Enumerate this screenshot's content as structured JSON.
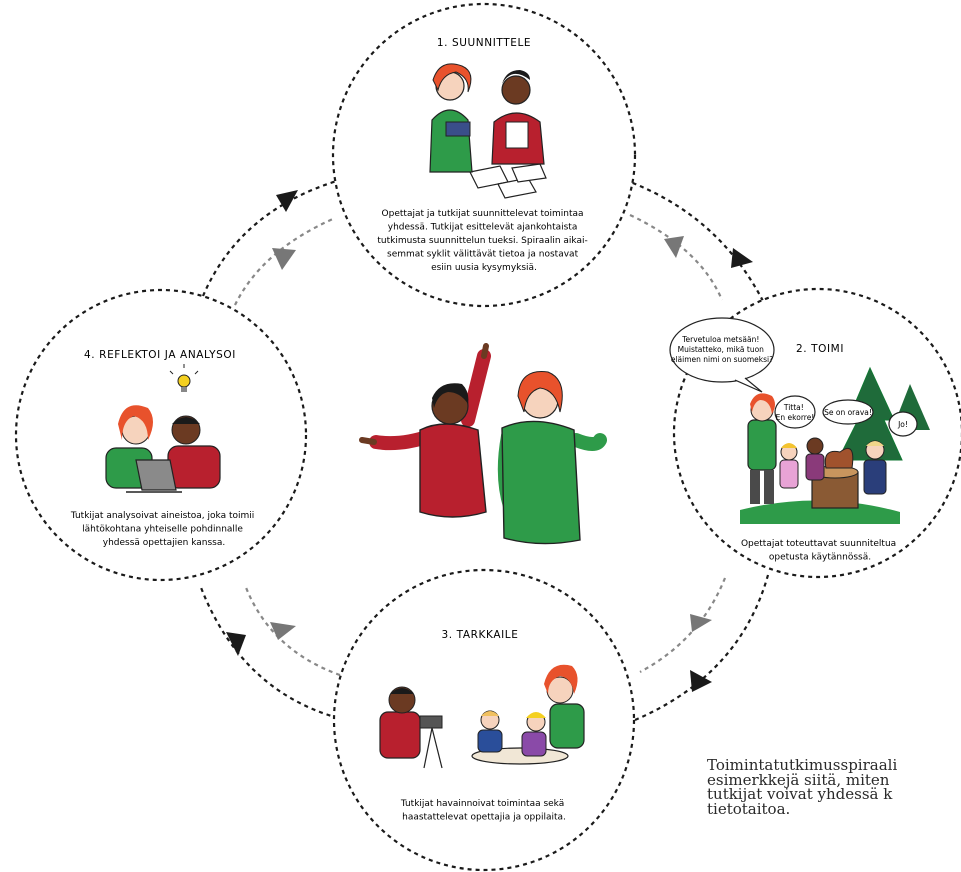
{
  "steps": [
    {
      "title": "1. SUUNNITTELE",
      "lines": [
        "Opettajat ja tutkijat suunnittelevat toimintaa",
        "yhdessä. Tutkijat esittelevät ajankohtaista",
        "tutkimusta suunnittelun tueksi. Spiraalin aikai-",
        "semmat syklit välittävät tietoa ja nostavat",
        "esiin uusia kysymyksiä."
      ]
    },
    {
      "title": "2. TOIMI",
      "lines": [
        "Opettajat toteuttavat suunniteltua",
        "opetusta käytännössä."
      ]
    },
    {
      "title": "3. TARKKAILE",
      "lines": [
        "Tutkijat havainnoivat toimintaa sekä",
        "haastattelevat opettajia ja oppilaita."
      ]
    },
    {
      "title": "4. REFLEKTOI JA ANALYSOI",
      "lines": [
        "Tutkijat analysoivat aineistoa, joka toimii",
        "lähtökohtana yhteiselle pohdinnalle",
        "yhdessä opettajien kanssa."
      ]
    }
  ],
  "speech": {
    "teacher": [
      "Tervetuloa metsään!",
      "Muistatteko, mikä tuon",
      "eläimen nimi on suomeksi?"
    ],
    "child1": [
      "Titta!",
      "En ekorre!"
    ],
    "child2": [
      "Se on orava!"
    ],
    "child3": [
      "Jo!"
    ]
  },
  "caption": [
    "Toimintatutkimusspiraali",
    "esimerkkejä siitä, miten",
    "tutkijat voivat yhdessä k",
    "tietotaitoa."
  ],
  "colors": {
    "dashed_outer": "#1a1a1a",
    "dashed_inner": "#888888",
    "hair": "#e8522c",
    "skin_light": "#f6d3bd",
    "skin_dark": "#6b3a22",
    "green_shirt": "#2e9b49",
    "red_shirt": "#b8202e",
    "tree_green": "#1f6b3a",
    "bulb": "#f4d020"
  }
}
